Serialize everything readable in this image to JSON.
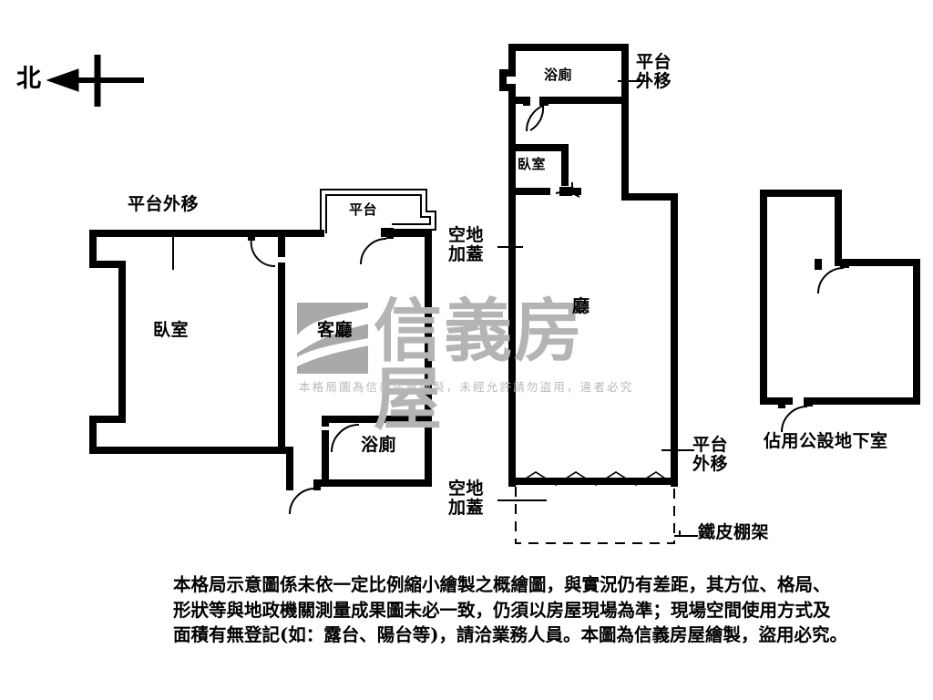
{
  "compass": {
    "label": "北",
    "icon": "north-arrow-icon",
    "direction": "left"
  },
  "units": [
    {
      "id": "left-unit",
      "rooms": [
        {
          "name": "bedroom",
          "label": "臥室"
        },
        {
          "name": "living-room",
          "label": "客廳"
        },
        {
          "name": "bathroom",
          "label": "浴廁"
        },
        {
          "name": "platform",
          "label": "平台"
        }
      ],
      "annotations": [
        {
          "name": "platform-relocated",
          "label": "平台外移"
        }
      ]
    },
    {
      "id": "middle-unit",
      "rooms": [
        {
          "name": "bathroom",
          "label": "浴廁"
        },
        {
          "name": "bedroom",
          "label": "臥室"
        },
        {
          "name": "hall",
          "label": "廳"
        }
      ],
      "annotations": [
        {
          "name": "platform-relocated-top",
          "label": "平台\n外移"
        },
        {
          "name": "vacant-land-covered-upper",
          "label": "空地\n加蓋"
        },
        {
          "name": "platform-relocated-bottom",
          "label": "平台\n外移"
        },
        {
          "name": "vacant-land-covered-lower",
          "label": "空地\n加蓋"
        },
        {
          "name": "metal-canopy",
          "label": "鐵皮棚架"
        }
      ]
    },
    {
      "id": "right-unit",
      "rooms": [],
      "annotations": [
        {
          "name": "occupied-public-basement",
          "label": "佔用公設地下室"
        }
      ]
    }
  ],
  "watermark": {
    "brand": "信義房屋",
    "notice": "本格局圖為信義房屋繪製，未經允許請勿盜用，違者必究",
    "logo_color": "#a9a9a9",
    "text_color": "#b4b4b4"
  },
  "disclaimer": {
    "line1": "本格局示意圖係未依一定比例縮小繪製之概繪圖，與實況仍有差距，其方位、格局、",
    "line2": "形狀等與地政機關測量成果圖未必一致，仍須以房屋現場為準；現場空間使用方式及",
    "line3": "面積有無登記(如：露台、陽台等)，請洽業務人員。本圖為信義房屋繪製，盜用必究。"
  },
  "style": {
    "wall_color": "#000000",
    "background": "#ffffff",
    "thin_line_color": "#000000"
  }
}
